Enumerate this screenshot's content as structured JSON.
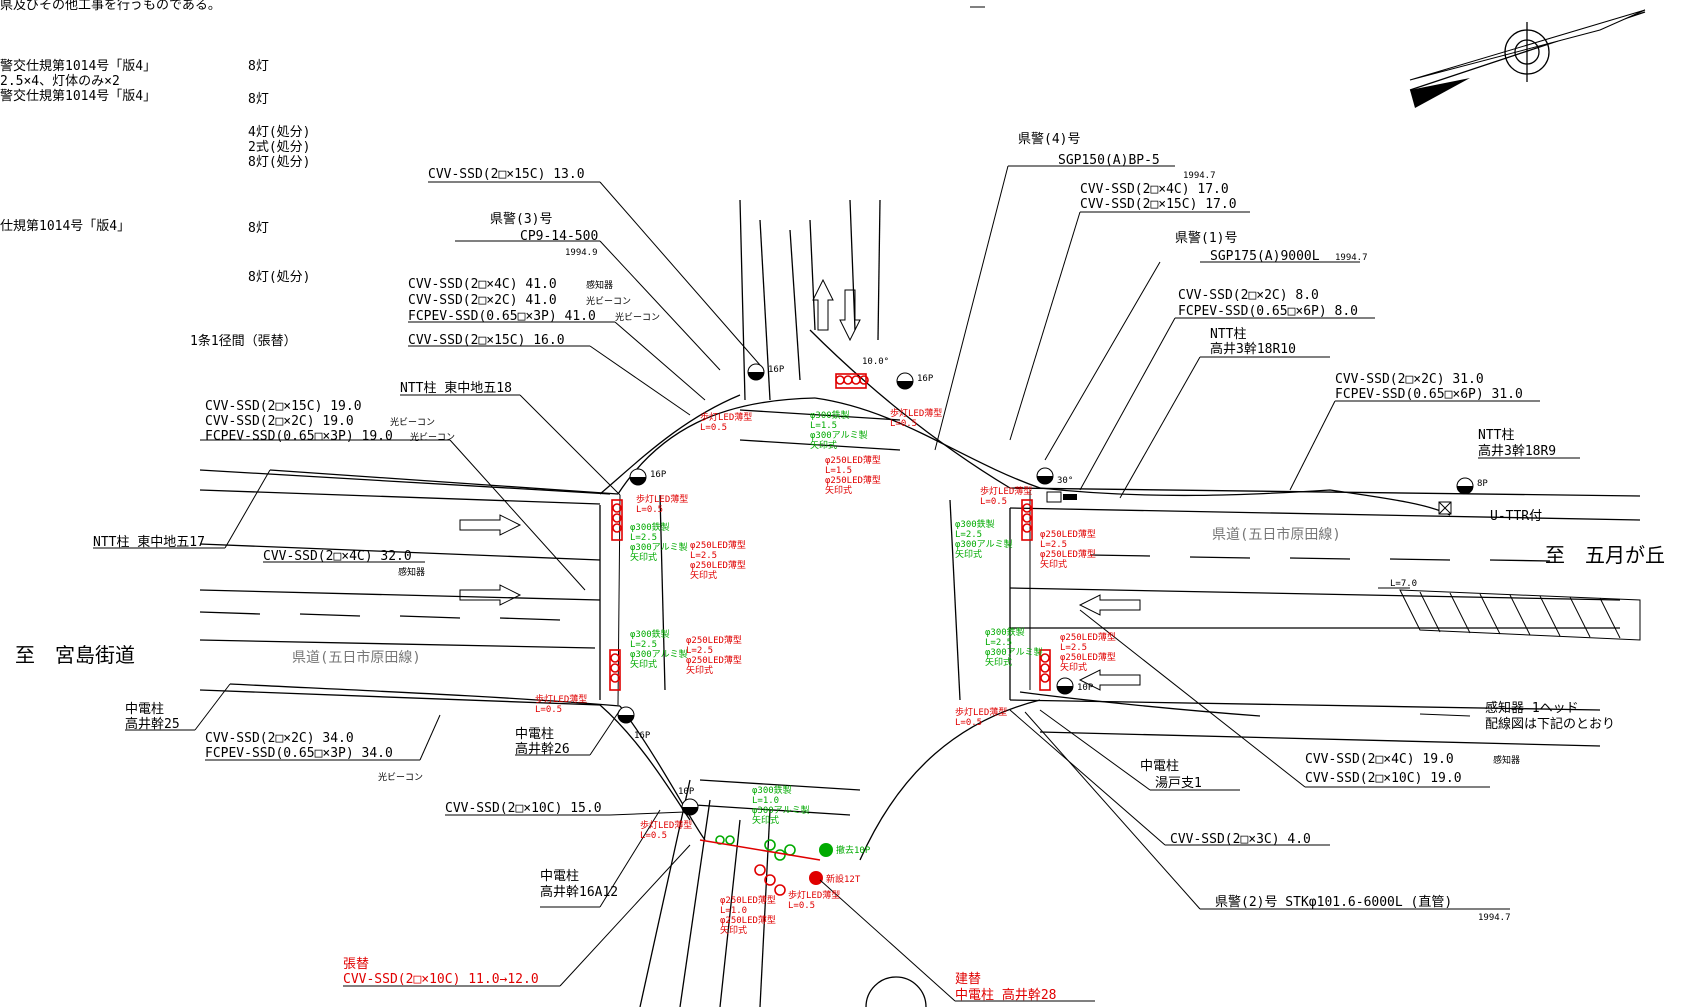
{
  "header_text": "県及びその他工事を行うものである。",
  "notes": [
    {
      "text": "警交仕規第1014号「版4」",
      "qty": "8灯"
    },
    {
      "text": "2.5×4、灯体のみ×2",
      "qty": ""
    },
    {
      "text": "警交仕規第1014号「版4」",
      "qty": "8灯"
    },
    {
      "text": "",
      "qty": "4灯(処分)"
    },
    {
      "text": "",
      "qty": "2式(処分)"
    },
    {
      "text": "",
      "qty": "8灯(処分)"
    },
    {
      "text": "仕規第1014号「版4」",
      "qty": "8灯"
    },
    {
      "text": "",
      "qty": "8灯(処分)"
    },
    {
      "text": "",
      "qty": "1条1径間（張替）"
    }
  ],
  "callouts": {
    "c1": "CVV-SSD(2□×15C) 13.0",
    "c2_title": "県警(3)号",
    "c2_line": "CP9-14-500",
    "c2_date": "1994.9",
    "c3a": "CVV-SSD(2□×4C) 41.0",
    "c3a_tag": "感知器",
    "c3b": "CVV-SSD(2□×2C) 41.0",
    "c3b_tag": "光ビーコン",
    "c3c": "FCPEV-SSD(0.65□×3P) 41.0",
    "c3c_tag": "光ビーコン",
    "c4": "CVV-SSD(2□×15C) 16.0",
    "c5_title": "NTT柱 東中地五18",
    "c5a": "CVV-SSD(2□×15C) 19.0",
    "c5b": "CVV-SSD(2□×2C) 19.0",
    "c5b_tag": "光ビーコン",
    "c5c": "FCPEV-SSD(0.65□×3P) 19.0",
    "c5c_tag": "光ビーコン",
    "c6": "NTT柱 東中地五17",
    "c7": "CVV-SSD(2□×4C) 32.0",
    "c7_tag": "感知器",
    "c8_a": "中電柱",
    "c8_b": "高井幹25",
    "c9a": "CVV-SSD(2□×2C) 34.0",
    "c9b": "FCPEV-SSD(0.65□×3P) 34.0",
    "c9_tag": "光ビーコン",
    "c10_a": "中電柱",
    "c10_b": "高井幹26",
    "c11": "CVV-SSD(2□×10C) 15.0",
    "c12_a": "中電柱",
    "c12_b": "高井幹16A12",
    "c13_a": "張替",
    "c13_b": "CVV-SSD(2□×10C) 11.0→12.0",
    "c14_a": "建替",
    "c14_b": "中電柱 高井幹28",
    "c15_title": "県警(4)号",
    "c15_line": "SGP150(A)BP-5",
    "c15_date": "1994.7",
    "c15a": "CVV-SSD(2□×4C) 17.0",
    "c15b": "CVV-SSD(2□×15C) 17.0",
    "c16_title": "県警(1)号",
    "c16_line": "SGP175(A)9000L",
    "c16_date": "1994.7",
    "c17a": "CVV-SSD(2□×2C) 8.0",
    "c17b": "FCPEV-SSD(0.65□×6P) 8.0",
    "c18_a": "NTT柱",
    "c18_b": "高井3幹18R10",
    "c19a": "CVV-SSD(2□×2C) 31.0",
    "c19b": "FCPEV-SSD(0.65□×6P) 31.0",
    "c20_a": "NTT柱",
    "c20_b": "高井3幹18R9",
    "c21": "U-TTR付",
    "c22": "L=7.0",
    "c23_a": "感知器 1ヘッド",
    "c23_b": "配線図は下記のとおり",
    "c24_a": "中電柱",
    "c24_b": "湯戸支1",
    "c25a": "CVV-SSD(2□×4C) 19.0",
    "c25a_tag": "感知器",
    "c25b": "CVV-SSD(2□×10C) 19.0",
    "c26": "CVV-SSD(2□×3C) 4.0",
    "c27": "県警(2)号 STKφ101.6-6000L (直管)",
    "c27_date": "1994.7"
  },
  "roads": {
    "left_dest": "至　宮島街道",
    "right_dest": "至　五月が丘",
    "road_left": "県道(五日市原田線)",
    "road_right": "県道(五日市原田線)"
  },
  "poles": {
    "p_tl": "16P",
    "p_top": "16P",
    "p_tr": "16P",
    "p_r": "30°",
    "p_far": "8P",
    "p_rb": "10P",
    "p_bl": "16P",
    "p_b": "10P",
    "p_new": "新設12T",
    "p_rem": "撤去10P",
    "p_top_angle": "10.0°"
  },
  "signal_labels": {
    "ped_1": [
      "歩灯LED薄型",
      "L=0.5"
    ],
    "ped_2": [
      "歩灯LED薄型",
      "L=0.5"
    ],
    "ped_3": [
      "歩灯LED薄型",
      "L=0.5"
    ],
    "ped_4": [
      "歩灯LED薄型",
      "L=0.5"
    ],
    "ped_5": [
      "歩灯LED薄型",
      "L=0.5"
    ],
    "ped_6": [
      "歩灯LED薄型",
      "L=0.5"
    ],
    "ped_7": [
      "歩灯LED薄型",
      "L=0.5"
    ],
    "ped_8": [
      "歩灯LED薄型",
      "L=0.5"
    ],
    "g_top": [
      "φ300鉄製",
      "L=1.5",
      "φ300アルミ製",
      "矢印式"
    ],
    "r_top": [
      "φ250LED薄型",
      "L=1.5",
      "φ250LED薄型",
      "矢印式"
    ],
    "g_left": [
      "φ300鉄製",
      "L=2.5",
      "φ300アルミ製",
      "矢印式"
    ],
    "r_left": [
      "φ250LED薄型",
      "L=2.5",
      "φ250LED薄型",
      "矢印式"
    ],
    "g_left2": [
      "φ300鉄製",
      "L=2.5",
      "φ300アルミ製",
      "矢印式"
    ],
    "r_left2": [
      "φ250LED薄型",
      "L=2.5",
      "φ250LED薄型",
      "矢印式"
    ],
    "g_right": [
      "φ300鉄製",
      "L=2.5",
      "φ300アルミ製",
      "矢印式"
    ],
    "r_right": [
      "φ250LED薄型",
      "L=2.5",
      "φ250LED薄型",
      "矢印式"
    ],
    "g_right2": [
      "φ300鉄製",
      "L=2.5",
      "φ300アルミ製",
      "矢印式"
    ],
    "r_right2": [
      "φ250LED薄型",
      "L=2.5",
      "φ250LED薄型",
      "矢印式"
    ],
    "g_bot": [
      "φ300鉄製",
      "L=1.0",
      "φ300アルミ製",
      "矢印式"
    ],
    "r_bot": [
      "φ250LED薄型",
      "L=1.0",
      "φ250LED薄型",
      "矢印式"
    ]
  }
}
